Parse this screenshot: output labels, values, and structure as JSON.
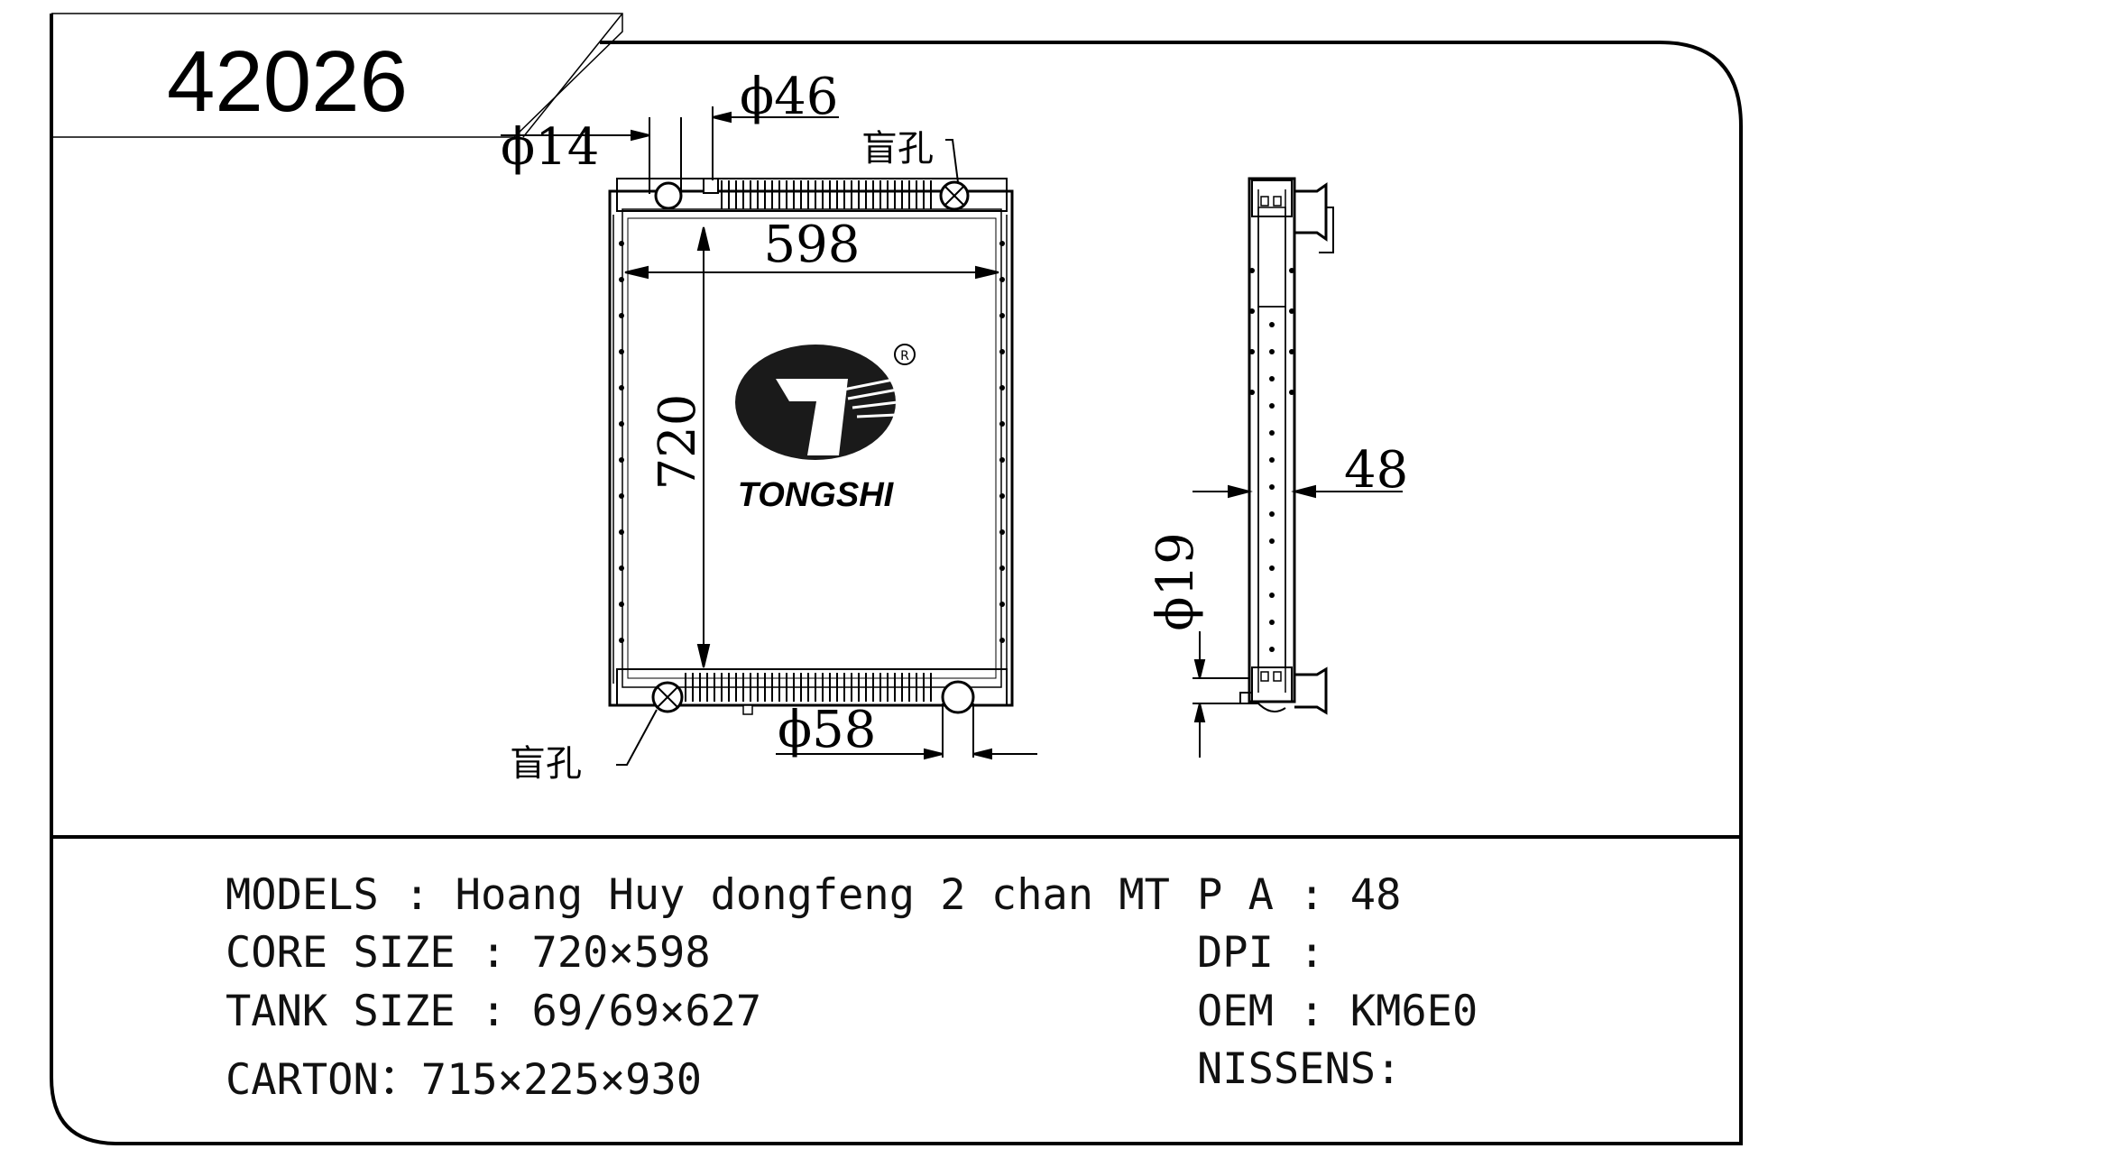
{
  "header": {
    "part_number": "42026"
  },
  "drawing": {
    "front_view": {
      "dim_inlet_small": "ϕ14",
      "dim_inlet": "ϕ46",
      "blind_hole_top": "盲孔",
      "dim_width": "598",
      "dim_height": "720",
      "dim_outlet": "ϕ58",
      "blind_hole_bottom": "盲孔"
    },
    "side_view": {
      "dim_thickness": "48",
      "dim_pipe": "ϕ19"
    },
    "logo": {
      "brand": "TONGSHI",
      "registered_mark": "R"
    }
  },
  "specs": {
    "models": "MODELS : Hoang Huy dongfeng 2 chan MT",
    "core_size": "CORE SIZE : 720×598",
    "tank_size": "TANK SIZE : 69/69×627",
    "carton": "CARTON：715×225×930",
    "pa": "P A : 48",
    "dpi": "DPI :",
    "oem": "OEM : KM6E0",
    "nissens": "NISSENS:"
  }
}
